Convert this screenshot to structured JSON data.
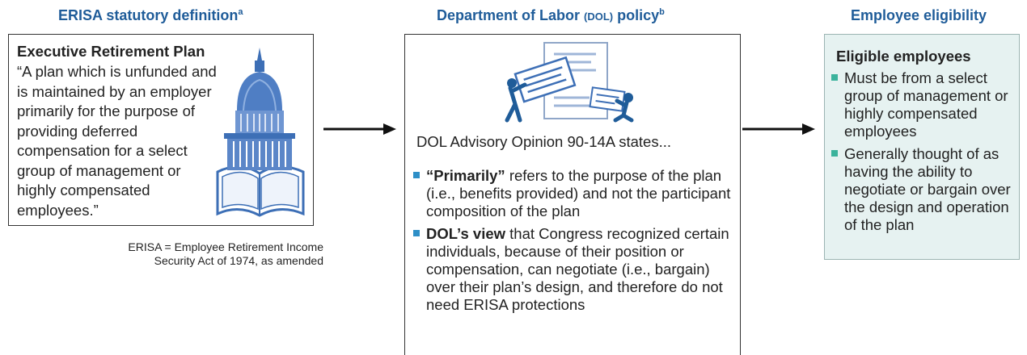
{
  "columns": {
    "erisa": {
      "heading": "ERISA statutory definition",
      "heading_sup": "a",
      "plan_title": "Executive Retirement Plan",
      "quote": "“A plan which is unfunded and is maintained by an employer primarily for the purpose of providing deferred compensation for a select group of management or highly compensated employees.”",
      "note_line1": "ERISA = Employee Retirement Income",
      "note_line2": "Security Act of 1974, as amended"
    },
    "dol": {
      "heading_pre": "Department of Labor ",
      "heading_abbr": "(DOL)",
      "heading_post": " policy",
      "heading_sup": "b",
      "opinion_text": "DOL Advisory Opinion 90-14A states...",
      "bullets": [
        {
          "bold": "“Primarily”",
          "text": " refers to the purpose of the plan (i.e., benefits provided) and not the participant composition of the plan"
        },
        {
          "bold": "DOL’s view",
          "text": " that Congress recognized certain individuals, because of their position or compensation, can negotiate (i.e., bargain) over their plan’s design, and therefore do not need ERISA protections"
        }
      ]
    },
    "eligibility": {
      "heading": "Employee eligibility",
      "box_title": "Eligible employees",
      "bullets": [
        "Must be from a select group of management or highly compensated employees",
        "Generally thought of as having the ability to negotiate or bargain over the design and operation of the plan"
      ]
    }
  },
  "icons": [
    "capitol-book-icon",
    "people-documents-icon",
    "right-arrow-icon"
  ],
  "colors": {
    "heading": "#1f5c99",
    "dol_bullet": "#2e8fc7",
    "eligibility_bullet": "#3bb39c",
    "eligibility_box": "#e6f2f1",
    "illustration_blue": "#3d6fb6"
  }
}
